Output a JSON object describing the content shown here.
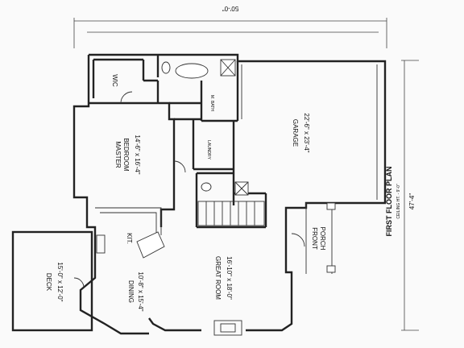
{
  "plan": {
    "title": "FIRST FLOOR PLAN",
    "ceiling_note": "CEILING HT. - 9'-0\"",
    "overall_width": "50'-0\"",
    "overall_depth": "47'-4\"",
    "rooms": {
      "master": {
        "name_line1": "MASTER",
        "name_line2": "BEDROOM",
        "size": "14'-6\" x 16'-4\""
      },
      "wic": {
        "name": "WIC"
      },
      "bath": {
        "name": "M. BATH"
      },
      "laundry": {
        "name": "LAUNDRY"
      },
      "garage": {
        "name": "GARAGE",
        "size": "22'-6\" x 23'-4\""
      },
      "kitchen": {
        "name": "KIT."
      },
      "dining": {
        "name": "DINING",
        "size": "10'-8\" x 15'-4\""
      },
      "great": {
        "name": "GREAT ROOM",
        "size": "16'-10\" x 18'-0\""
      },
      "deck": {
        "name": "DECK",
        "size": "15'-0\" x 12'-0\""
      },
      "porch": {
        "name_line1": "FRONT",
        "name_line2": "PORCH"
      }
    }
  }
}
